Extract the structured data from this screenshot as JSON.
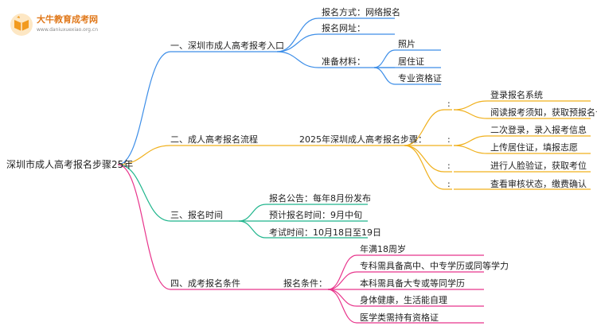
{
  "logo": {
    "title": "大牛教育成考网",
    "url": "www.daniuxuexiao.org.cn"
  },
  "colors": {
    "blue": "#3d8ee8",
    "orange": "#f0b01c",
    "green": "#1fb58c",
    "magenta": "#e8358c"
  },
  "root": "深圳市成人高考报名步骤25年",
  "b1": {
    "label": "一、深圳市成人高考报考入口",
    "method": "报名方式：网络报名",
    "site": "报名网址：",
    "materials": "准备材料：",
    "items": [
      "照片",
      "居住证",
      "专业资格证"
    ]
  },
  "b2": {
    "label": "二、成人高考报名流程",
    "steps_label": "2025年深圳成人高考报名步骤：",
    "colons": [
      ":",
      ":",
      ":",
      ":"
    ],
    "steps": [
      "登录报名系统",
      "阅读报考须知，获取预报名号",
      "二次登录，录入报考信息",
      "上传居住证，填报志愿",
      "进行人脸验证，获取考位",
      "查看审核状态，缴费确认"
    ]
  },
  "b3": {
    "label": "三、报名时间",
    "items": [
      "报名公告：每年8月份发布",
      "预计报名时间：9月中旬",
      "考试时间：10月18日至19日"
    ]
  },
  "b4": {
    "label": "四、成考报名条件",
    "cond_label": "报名条件：",
    "items": [
      "年满18周岁",
      "专科需具备高中、中专学历或同等学力",
      "本科需具备大专或等同学历",
      "身体健康，生活能自理",
      "医学类需持有资格证"
    ]
  }
}
